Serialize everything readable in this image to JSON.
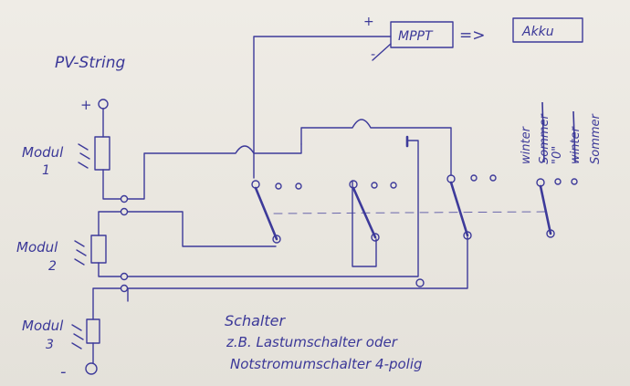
{
  "title": "PV-String",
  "modules": [
    {
      "label": "Modul",
      "number": "1"
    },
    {
      "label": "Modul",
      "number": "2"
    },
    {
      "label": "Modul",
      "number": "3"
    }
  ],
  "plus": "+",
  "minus": "-",
  "mppt": "MPPT",
  "arrow": "=>",
  "akku": "Akku",
  "positions": {
    "winter": "winter",
    "sommer_struck": "Sommer",
    "zero": "\"0\"",
    "winter_struck": "winter",
    "sommer": "Sommer"
  },
  "note": {
    "line1": "Schalter",
    "line2": "z.B. Lastumschalter oder",
    "line3": "Notstromumschalter 4-polig"
  },
  "colors": {
    "ink": "#3d3a9a",
    "paper": "#ebe8e1"
  }
}
